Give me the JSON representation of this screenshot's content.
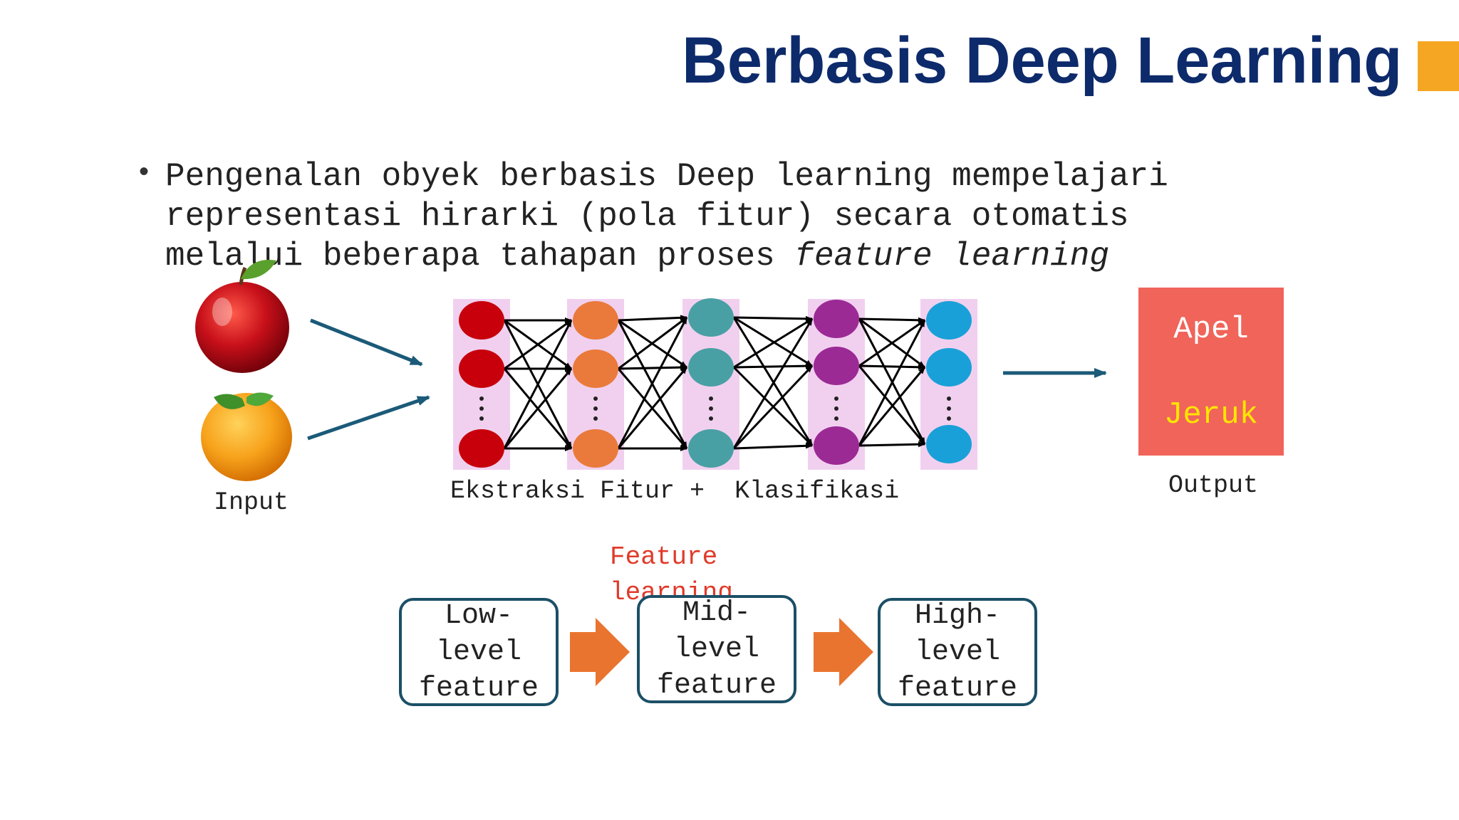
{
  "slide": {
    "title": "Berbasis Deep Learning",
    "accent_color": "#f5a623",
    "title_color": "#0d2a6b"
  },
  "bullet": {
    "line1": "Pengenalan obyek berbasis Deep learning mempelajari",
    "line2": "representasi hirarki (pola fitur) secara otomatis",
    "line3_prefix": "melalui beberapa tahapan proses ",
    "line3_emphasis": "feature learning"
  },
  "diagram": {
    "input_label": "Input",
    "input_images": [
      "red-apple-icon",
      "orange-fruit-icon"
    ],
    "network_label": "Ekstraksi Fitur +  Klasifikasi",
    "layer_colors": [
      "#c8000b",
      "#ea7a3b",
      "#49a0a4",
      "#9b2a95",
      "#1aa0d8"
    ],
    "layer_band_color": "#f1d0ef",
    "output_label": "Output",
    "output_classes": [
      "Apel",
      "Jeruk"
    ],
    "output_box_color": "#f0645a"
  },
  "feature_learning": {
    "label": "Feature learning",
    "levels": [
      [
        "Low-",
        "level",
        "feature"
      ],
      [
        "Mid-",
        "level",
        "feature"
      ],
      [
        "High-",
        "level",
        "feature"
      ]
    ],
    "arrow_color": "#e9742f",
    "box_border_color": "#1b4f66"
  }
}
